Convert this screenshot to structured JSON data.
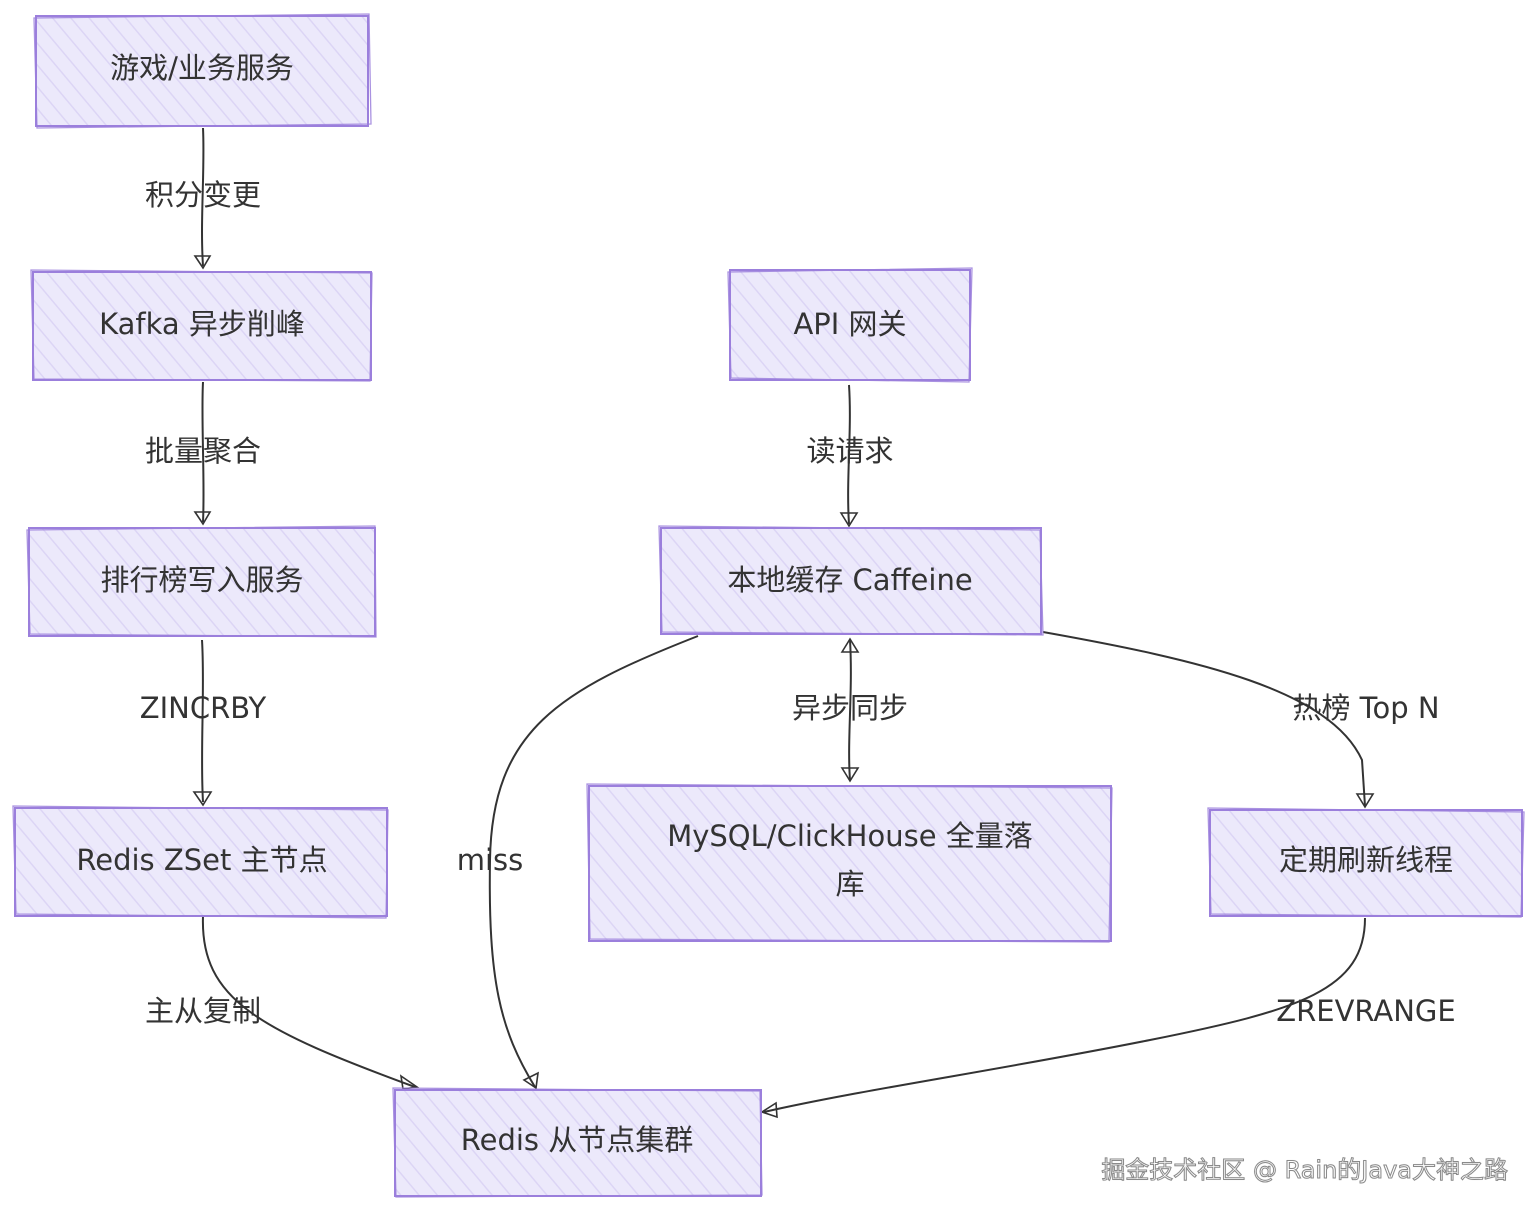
{
  "diagram": {
    "nodes": {
      "game_service": "游戏/业务服务",
      "kafka": "Kafka 异步削峰",
      "rank_writer": "排行榜写入服务",
      "redis_master": "Redis ZSet 主节点",
      "redis_slaves": "Redis 从节点集群",
      "api_gateway": "API 网关",
      "local_cache": "本地缓存 Caffeine",
      "storage_line1": "MySQL/ClickHouse 全量落",
      "storage_line2": "库",
      "refresh_thread": "定期刷新线程"
    },
    "edges": {
      "score_change": "积分变更",
      "batch_aggregate": "批量聚合",
      "zincrby": "ZINCRBY",
      "master_slave": "主从复制",
      "read_request": "读请求",
      "async_sync": "异步同步",
      "hot_top_n": "热榜 Top N",
      "miss": "miss",
      "zrevrange": "ZREVRANGE"
    },
    "colors": {
      "node_fill": "#ece9fb",
      "node_stroke": "#9b7fdc",
      "edge": "#333333",
      "text": "#333333"
    }
  },
  "watermark": "掘金技术社区 @ Rain的Java大神之路"
}
